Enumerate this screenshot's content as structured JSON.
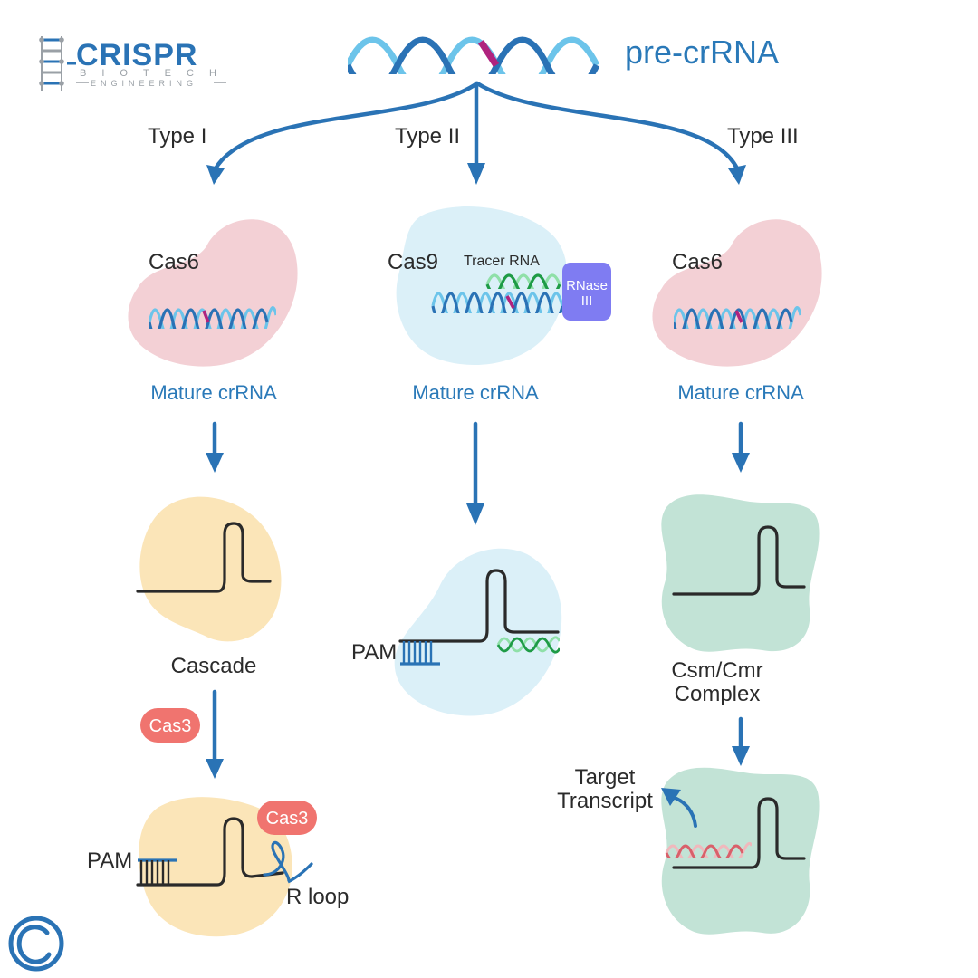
{
  "logo": {
    "word": "CRISPR",
    "line2": "BIOTECH",
    "line3": "ENGINEERING"
  },
  "header": {
    "precrRNA": "pre-crRNA"
  },
  "types": [
    {
      "label": "Type I",
      "enzyme": "Cas6",
      "product": "Mature crRNA",
      "complex_line1": "Cascade"
    },
    {
      "label": "Type II",
      "enzyme": "Cas9",
      "product": "Mature crRNA",
      "tracer": "Tracer RNA",
      "rnase_line1": "RNase",
      "rnase_line2": "III"
    },
    {
      "label": "Type III",
      "enzyme": "Cas6",
      "product": "Mature crRNA",
      "complex_line1": "Csm/Cmr",
      "complex_line2": "Complex"
    }
  ],
  "bottom": {
    "cas3_a": "Cas3",
    "cas3_b": "Cas3",
    "pam_left": "PAM",
    "pam_mid": "PAM",
    "rloop": "R loop",
    "target_line1": "Target",
    "target_line2": "Transcript"
  },
  "copyright": "©",
  "colors": {
    "accent_blue": "#2a73b5",
    "label_blue": "#2a79b8",
    "rna_dark": "#2a72b5",
    "rna_light": "#6cc4ea",
    "highlight_magenta": "#b0237e",
    "pink_blob": "#f3d0d5",
    "lightblue_blob": "#dbf0f8",
    "yellow_blob": "#fbe5b8",
    "green_blob": "#c2e3d6",
    "cas3_red": "#f0746f",
    "rnase_purple": "#7f7cf2",
    "tracer_green": "#1e9b46",
    "target_rna": "#d9606a"
  }
}
